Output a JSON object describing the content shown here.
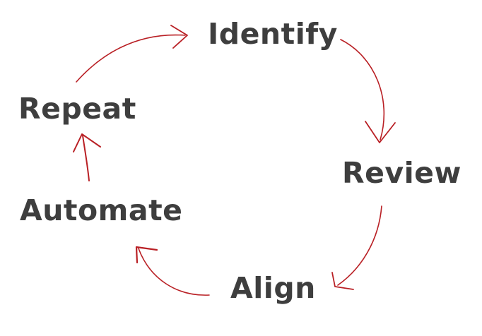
{
  "diagram": {
    "steps": [
      {
        "id": "identify",
        "label": "Identify"
      },
      {
        "id": "review",
        "label": "Review"
      },
      {
        "id": "align",
        "label": "Align"
      },
      {
        "id": "automate",
        "label": "Automate"
      },
      {
        "id": "repeat",
        "label": "Repeat"
      }
    ],
    "flow": [
      {
        "from": "identify",
        "to": "review"
      },
      {
        "from": "review",
        "to": "align"
      },
      {
        "from": "align",
        "to": "automate"
      },
      {
        "from": "automate",
        "to": "repeat"
      },
      {
        "from": "repeat",
        "to": "identify"
      }
    ],
    "colors": {
      "text": "#3e3e3e",
      "arrow": "#b92025",
      "background": "#ffffff"
    }
  }
}
